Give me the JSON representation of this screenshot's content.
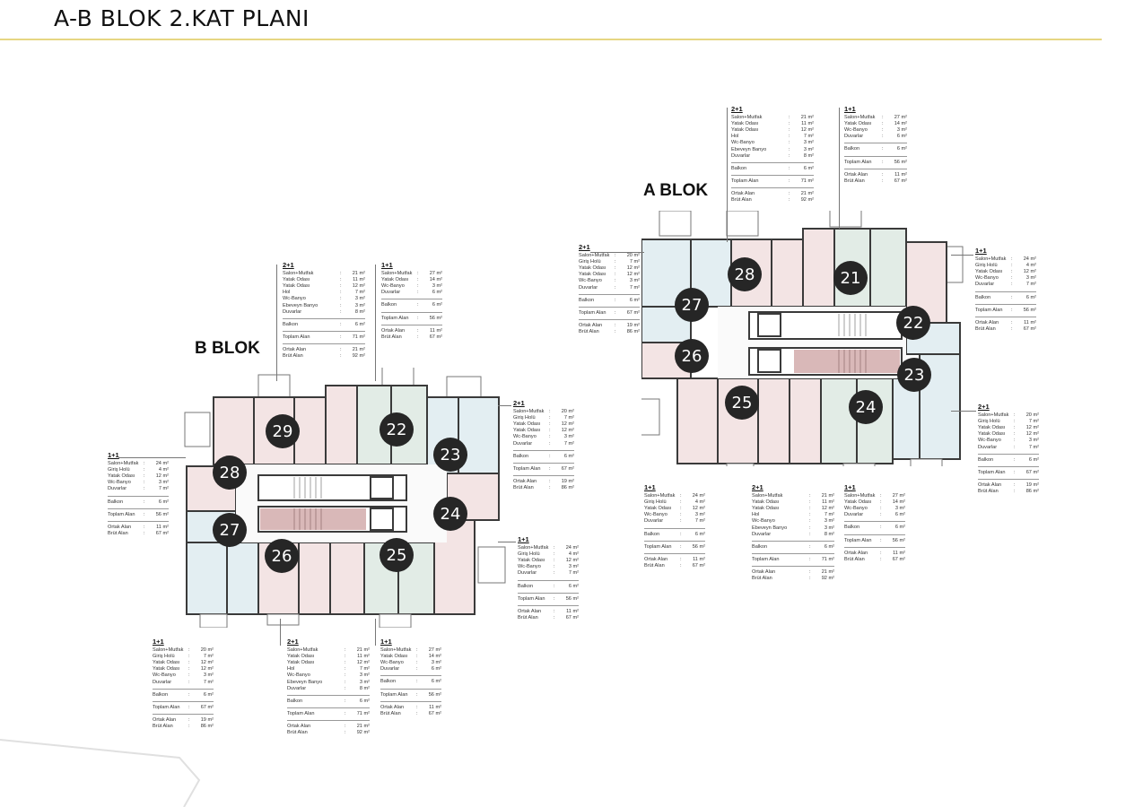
{
  "header": {
    "title": "A-B BLOK 2.KAT PLANI",
    "rule_color": "#e6d682"
  },
  "blocks": {
    "a": {
      "label": "A BLOK",
      "units": [
        "21",
        "22",
        "23",
        "24",
        "25",
        "26",
        "27",
        "28"
      ]
    },
    "b": {
      "label": "B BLOK",
      "units": [
        "22",
        "23",
        "24",
        "25",
        "26",
        "27",
        "28",
        "29"
      ]
    }
  },
  "legends": {
    "a_top_2p1": {
      "type": "2+1",
      "rows": [
        {
          "k": "Salon+Mutfak",
          "v": "21 m²"
        },
        {
          "k": "Yatak Odası",
          "v": "11 m²"
        },
        {
          "k": "Yatak Odası",
          "v": "12 m²"
        },
        {
          "k": "Hol",
          "v": "7 m²"
        },
        {
          "k": "Wc-Banyo",
          "v": "3 m²"
        },
        {
          "k": "Ebeveyn Banyo",
          "v": "3 m²"
        },
        {
          "k": "Duvarlar",
          "v": "8 m²"
        }
      ],
      "balkon": {
        "k": "Balkon",
        "v": "6 m²"
      },
      "toplam": {
        "k": "Toplam Alan",
        "v": "71 m²"
      },
      "ortak": {
        "k": "Ortak Alan",
        "v": "21 m²"
      },
      "brut": {
        "k": "Brüt Alan",
        "v": "92 m²"
      }
    },
    "a_top_1p1": {
      "type": "1+1",
      "rows": [
        {
          "k": "Salon+Mutfak",
          "v": "27 m²"
        },
        {
          "k": "Yatak Odası",
          "v": "14 m²"
        },
        {
          "k": "Wc-Banyo",
          "v": "3 m²"
        },
        {
          "k": "Duvarlar",
          "v": "6 m²"
        }
      ],
      "balkon": {
        "k": "Balkon",
        "v": "6 m²"
      },
      "toplam": {
        "k": "Toplam Alan",
        "v": "56 m²"
      },
      "ortak": {
        "k": "Ortak Alan",
        "v": "11 m²"
      },
      "brut": {
        "k": "Brüt Alan",
        "v": "67 m²"
      }
    },
    "a_left_2p1": {
      "type": "2+1",
      "rows": [
        {
          "k": "Salon+Mutfak",
          "v": "20 m²"
        },
        {
          "k": "Giriş Holü",
          "v": "7 m²"
        },
        {
          "k": "Yatak Odası",
          "v": "12 m²"
        },
        {
          "k": "Yatak Odası",
          "v": "12 m²"
        },
        {
          "k": "Wc-Banyo",
          "v": "3 m²"
        },
        {
          "k": "Duvarlar",
          "v": "7 m²"
        }
      ],
      "balkon": {
        "k": "Balkon",
        "v": "6 m²"
      },
      "toplam": {
        "k": "Toplam Alan",
        "v": "67 m²"
      },
      "ortak": {
        "k": "Ortak Alan",
        "v": "19 m²"
      },
      "brut": {
        "k": "Brüt Alan",
        "v": "86 m²"
      }
    },
    "a_right_1p1": {
      "type": "1+1",
      "rows": [
        {
          "k": "Salon+Mutfak",
          "v": "24 m²"
        },
        {
          "k": "Giriş Holü",
          "v": "4 m²"
        },
        {
          "k": "Yatak Odası",
          "v": "12 m²"
        },
        {
          "k": "Wc-Banyo",
          "v": "3 m²"
        },
        {
          "k": "Duvarlar",
          "v": "7 m²"
        }
      ],
      "balkon": {
        "k": "Balkon",
        "v": "6 m²"
      },
      "toplam": {
        "k": "Toplam Alan",
        "v": "56 m²"
      },
      "ortak": {
        "k": "Ortak Alan",
        "v": "11 m²"
      },
      "brut": {
        "k": "Brüt Alan",
        "v": "67 m²"
      }
    },
    "a_right_2p1": {
      "type": "2+1",
      "rows": [
        {
          "k": "Salon+Mutfak",
          "v": "20 m²"
        },
        {
          "k": "Giriş Holü",
          "v": "7 m²"
        },
        {
          "k": "Yatak Odası",
          "v": "12 m²"
        },
        {
          "k": "Yatak Odası",
          "v": "12 m²"
        },
        {
          "k": "Wc-Banyo",
          "v": "3 m²"
        },
        {
          "k": "Duvarlar",
          "v": "7 m²"
        }
      ],
      "balkon": {
        "k": "Balkon",
        "v": "6 m²"
      },
      "toplam": {
        "k": "Toplam Alan",
        "v": "67 m²"
      },
      "ortak": {
        "k": "Ortak Alan",
        "v": "19 m²"
      },
      "brut": {
        "k": "Brüt Alan",
        "v": "86 m²"
      }
    },
    "a_bottom_1p1_left": {
      "type": "1+1",
      "rows": [
        {
          "k": "Salon+Mutfak",
          "v": "24 m²"
        },
        {
          "k": "Giriş Holü",
          "v": "4 m²"
        },
        {
          "k": "Yatak Odası",
          "v": "12 m²"
        },
        {
          "k": "Wc-Banyo",
          "v": "3 m²"
        },
        {
          "k": "Duvarlar",
          "v": "7 m²"
        }
      ],
      "balkon": {
        "k": "Balkon",
        "v": "6 m²"
      },
      "toplam": {
        "k": "Toplam Alan",
        "v": "56 m²"
      },
      "ortak": {
        "k": "Ortak Alan",
        "v": "11 m²"
      },
      "brut": {
        "k": "Brüt Alan",
        "v": "67 m²"
      }
    },
    "a_bottom_2p1": {
      "type": "2+1",
      "rows": [
        {
          "k": "Salon+Mutfak",
          "v": "21 m²"
        },
        {
          "k": "Yatak Odası",
          "v": "11 m²"
        },
        {
          "k": "Yatak Odası",
          "v": "12 m²"
        },
        {
          "k": "Hol",
          "v": "7 m²"
        },
        {
          "k": "Wc-Banyo",
          "v": "3 m²"
        },
        {
          "k": "Ebeveyn Banyo",
          "v": "3 m²"
        },
        {
          "k": "Duvarlar",
          "v": "8 m²"
        }
      ],
      "balkon": {
        "k": "Balkon",
        "v": "6 m²"
      },
      "toplam": {
        "k": "Toplam Alan",
        "v": "71 m²"
      },
      "ortak": {
        "k": "Ortak Alan",
        "v": "21 m²"
      },
      "brut": {
        "k": "Brüt Alan",
        "v": "92 m²"
      }
    },
    "a_bottom_1p1_right": {
      "type": "1+1",
      "rows": [
        {
          "k": "Salon+Mutfak",
          "v": "27 m²"
        },
        {
          "k": "Yatak Odası",
          "v": "14 m²"
        },
        {
          "k": "Wc-Banyo",
          "v": "3 m²"
        },
        {
          "k": "Duvarlar",
          "v": "6 m²"
        }
      ],
      "balkon": {
        "k": "Balkon",
        "v": "6 m²"
      },
      "toplam": {
        "k": "Toplam Alan",
        "v": "56 m²"
      },
      "ortak": {
        "k": "Ortak Alan",
        "v": "11 m²"
      },
      "brut": {
        "k": "Brüt Alan",
        "v": "67 m²"
      }
    },
    "b_top_2p1": {
      "type": "2+1",
      "rows": [
        {
          "k": "Salon+Mutfak",
          "v": "21 m²"
        },
        {
          "k": "Yatak Odası",
          "v": "11 m²"
        },
        {
          "k": "Yatak Odası",
          "v": "12 m²"
        },
        {
          "k": "Hol",
          "v": "7 m²"
        },
        {
          "k": "Wc-Banyo",
          "v": "3 m²"
        },
        {
          "k": "Ebeveyn Banyo",
          "v": "3 m²"
        },
        {
          "k": "Duvarlar",
          "v": "8 m²"
        }
      ],
      "balkon": {
        "k": "Balkon",
        "v": "6 m²"
      },
      "toplam": {
        "k": "Toplam Alan",
        "v": "71 m²"
      },
      "ortak": {
        "k": "Ortak Alan",
        "v": "21 m²"
      },
      "brut": {
        "k": "Brüt Alan",
        "v": "92 m²"
      }
    },
    "b_top_1p1": {
      "type": "1+1",
      "rows": [
        {
          "k": "Salon+Mutfak",
          "v": "27 m²"
        },
        {
          "k": "Yatak Odası",
          "v": "14 m²"
        },
        {
          "k": "Wc-Banyo",
          "v": "3 m²"
        },
        {
          "k": "Duvarlar",
          "v": "6 m²"
        }
      ],
      "balkon": {
        "k": "Balkon",
        "v": "6 m²"
      },
      "toplam": {
        "k": "Toplam Alan",
        "v": "56 m²"
      },
      "ortak": {
        "k": "Ortak Alan",
        "v": "11 m²"
      },
      "brut": {
        "k": "Brüt Alan",
        "v": "67 m²"
      }
    },
    "b_right_2p1": {
      "type": "2+1",
      "rows": [
        {
          "k": "Salon+Mutfak",
          "v": "20 m²"
        },
        {
          "k": "Giriş Holü",
          "v": "7 m²"
        },
        {
          "k": "Yatak Odası",
          "v": "12 m²"
        },
        {
          "k": "Yatak Odası",
          "v": "12 m²"
        },
        {
          "k": "Wc-Banyo",
          "v": "3 m²"
        },
        {
          "k": "Duvarlar",
          "v": "7 m²"
        }
      ],
      "balkon": {
        "k": "Balkon",
        "v": "6 m²"
      },
      "toplam": {
        "k": "Toplam Alan",
        "v": "67 m²"
      },
      "ortak": {
        "k": "Ortak Alan",
        "v": "19 m²"
      },
      "brut": {
        "k": "Brüt Alan",
        "v": "86 m²"
      }
    },
    "b_left_1p1": {
      "type": "1+1",
      "rows": [
        {
          "k": "Salon+Mutfak",
          "v": "24 m²"
        },
        {
          "k": "Giriş Holü",
          "v": "4 m²"
        },
        {
          "k": "Yatak Odası",
          "v": "12 m²"
        },
        {
          "k": "Wc-Banyo",
          "v": "3 m²"
        },
        {
          "k": "Duvarlar",
          "v": "7 m²"
        }
      ],
      "balkon": {
        "k": "Balkon",
        "v": "6 m²"
      },
      "toplam": {
        "k": "Toplam Alan",
        "v": "56 m²"
      },
      "ortak": {
        "k": "Ortak Alan",
        "v": "11 m²"
      },
      "brut": {
        "k": "Brüt Alan",
        "v": "67 m²"
      }
    },
    "b_right_1p1": {
      "type": "1+1",
      "rows": [
        {
          "k": "Salon+Mutfak",
          "v": "24 m²"
        },
        {
          "k": "Giriş Holü",
          "v": "4 m²"
        },
        {
          "k": "Yatak Odası",
          "v": "12 m²"
        },
        {
          "k": "Wc-Banyo",
          "v": "3 m²"
        },
        {
          "k": "Duvarlar",
          "v": "7 m²"
        }
      ],
      "balkon": {
        "k": "Balkon",
        "v": "6 m²"
      },
      "toplam": {
        "k": "Toplam Alan",
        "v": "56 m²"
      },
      "ortak": {
        "k": "Ortak Alan",
        "v": "11 m²"
      },
      "brut": {
        "k": "Brüt Alan",
        "v": "67 m²"
      }
    },
    "b_bottom_1p1_left": {
      "type": "1+1",
      "rows": [
        {
          "k": "Salon+Mutfak",
          "v": "20 m²"
        },
        {
          "k": "Giriş Holü",
          "v": "7 m²"
        },
        {
          "k": "Yatak Odası",
          "v": "12 m²"
        },
        {
          "k": "Yatak Odası",
          "v": "12 m²"
        },
        {
          "k": "Wc-Banyo",
          "v": "3 m²"
        },
        {
          "k": "Duvarlar",
          "v": "7 m²"
        }
      ],
      "balkon": {
        "k": "Balkon",
        "v": "6 m²"
      },
      "toplam": {
        "k": "Toplam Alan",
        "v": "67 m²"
      },
      "ortak": {
        "k": "Ortak Alan",
        "v": "19 m²"
      },
      "brut": {
        "k": "Brüt Alan",
        "v": "86 m²"
      }
    },
    "b_bottom_2p1": {
      "type": "2+1",
      "rows": [
        {
          "k": "Salon+Mutfak",
          "v": "21 m²"
        },
        {
          "k": "Yatak Odası",
          "v": "11 m²"
        },
        {
          "k": "Yatak Odası",
          "v": "12 m²"
        },
        {
          "k": "Hol",
          "v": "7 m²"
        },
        {
          "k": "Wc-Banyo",
          "v": "3 m²"
        },
        {
          "k": "Ebeveyn Banyo",
          "v": "3 m²"
        },
        {
          "k": "Duvarlar",
          "v": "8 m²"
        }
      ],
      "balkon": {
        "k": "Balkon",
        "v": "6 m²"
      },
      "toplam": {
        "k": "Toplam Alan",
        "v": "71 m²"
      },
      "ortak": {
        "k": "Ortak Alan",
        "v": "21 m²"
      },
      "brut": {
        "k": "Brüt Alan",
        "v": "92 m²"
      }
    },
    "b_bottom_1p1_right": {
      "type": "1+1",
      "rows": [
        {
          "k": "Salon+Mutfak",
          "v": "27 m²"
        },
        {
          "k": "Yatak Odası",
          "v": "14 m²"
        },
        {
          "k": "Wc-Banyo",
          "v": "3 m²"
        },
        {
          "k": "Duvarlar",
          "v": "6 m²"
        }
      ],
      "balkon": {
        "k": "Balkon",
        "v": "6 m²"
      },
      "toplam": {
        "k": "Toplam Alan",
        "v": "56 m²"
      },
      "ortak": {
        "k": "Ortak Alan",
        "v": "11 m²"
      },
      "brut": {
        "k": "Brüt Alan",
        "v": "67 m²"
      }
    }
  },
  "colors": {
    "unit_pink": "#f3e4e4",
    "unit_green": "#e2ece6",
    "unit_blue": "#e3eef2",
    "core_highlight": "#d9b8b8",
    "wall": "#3a3a3a",
    "badge": "#262626"
  }
}
